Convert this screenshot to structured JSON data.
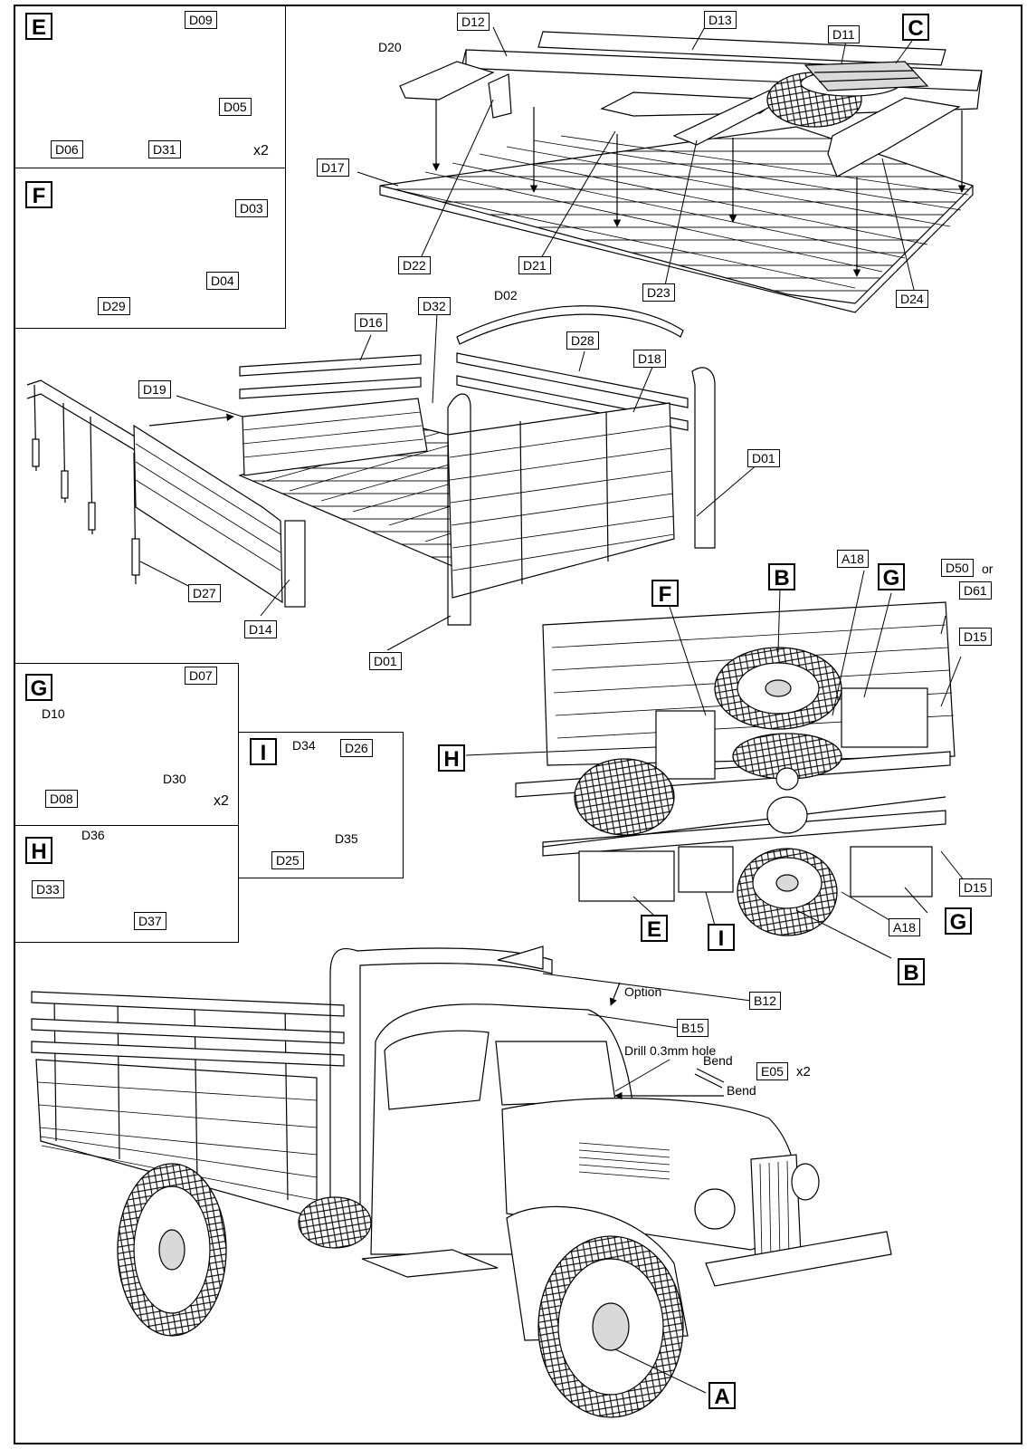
{
  "sheet": {
    "border": "#000000",
    "background": "#ffffff"
  },
  "panels": {
    "E": {
      "letter": "E",
      "parts": [
        "D09",
        "D05",
        "D06",
        "D31"
      ],
      "count": "x2"
    },
    "F": {
      "letter": "F",
      "parts": [
        "D03",
        "D04",
        "D29"
      ]
    },
    "G": {
      "letter": "G",
      "parts": [
        "D07",
        "D10",
        "D30",
        "D08"
      ],
      "count": "x2"
    },
    "H": {
      "letter": "H",
      "parts": [
        "D36",
        "D33",
        "D37"
      ]
    },
    "I": {
      "letter": "I",
      "parts": [
        "D34",
        "D26",
        "D25",
        "D35"
      ]
    }
  },
  "bed_step": {
    "labels": [
      "D12",
      "D13",
      "D11",
      "D20",
      "D17",
      "D22",
      "D21",
      "D23",
      "D24"
    ],
    "subassembly": "C"
  },
  "cargo_step": {
    "labels": [
      "D16",
      "D32",
      "D02",
      "D28",
      "D18",
      "D19",
      "D01",
      "D27",
      "D14",
      "D01"
    ]
  },
  "underside_step": {
    "letters": [
      "B",
      "F",
      "G",
      "H",
      "E",
      "I",
      "G",
      "B"
    ],
    "labels": [
      "A18",
      "D50",
      "or",
      "D61",
      "D15",
      "D15",
      "A18"
    ]
  },
  "final_step": {
    "letters": [
      "A"
    ],
    "labels": [
      "B12",
      "B15",
      "E05"
    ],
    "option_text": "Option",
    "drill_text": "Drill 0.3mm hole",
    "bend_text_1": "Bend",
    "bend_text_2": "Bend",
    "e05_count": "x2"
  }
}
